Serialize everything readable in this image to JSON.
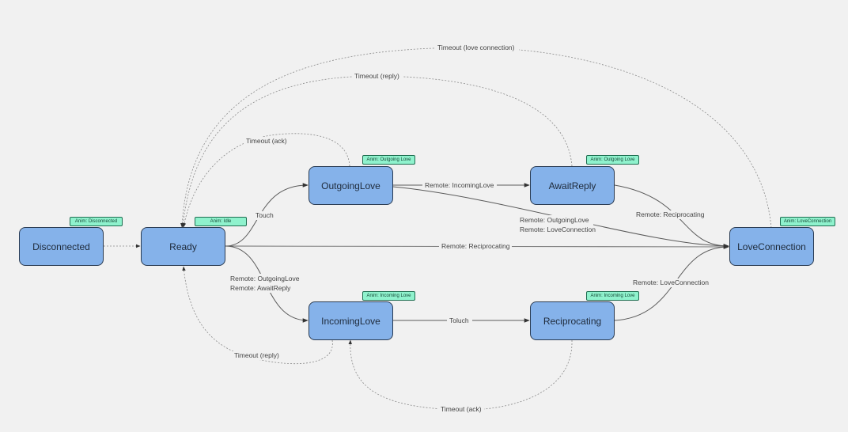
{
  "states": {
    "disconnected": "Disconnected",
    "ready": "Ready",
    "outgoing_love": "OutgoingLove",
    "await_reply": "AwaitReply",
    "incoming_love": "IncomingLove",
    "reciprocating": "Reciprocating",
    "love_connection": "LoveConnection"
  },
  "tags": {
    "disconnected": "Anim: Disconnected",
    "ready": "Anim: Idle",
    "outgoing_love": "Anim: Outgoing Love",
    "await_reply": "Anim: Outgoing Love",
    "incoming_love": "Anim: Incoming Love",
    "reciprocating": "Anim: Incoming Love",
    "love_connection": "Anim: LoveConnection"
  },
  "edges": {
    "timeout_love_connection": "Timeout (love connection)",
    "timeout_reply_top": "Timeout (reply)",
    "timeout_ack_top": "Timeout (ack)",
    "touch": "Touch",
    "remote_incoming_love": "Remote: IncomingLove",
    "remote_outgoing_love_top": "Remote: OutgoingLove",
    "remote_love_connection_top": "Remote: LoveConnection",
    "remote_reciprocating_top": "Remote: Reciprocating",
    "remote_reciprocating_mid": "Remote: Reciprocating",
    "remote_outgoing_love_bottom": "Remote: OutgoingLove",
    "remote_await_reply": "Remote: AwaitReply",
    "toluch": "Toluch",
    "remote_love_connection_bottom": "Remote: LoveConnection",
    "timeout_reply_bottom": "Timeout (reply)",
    "timeout_ack_bottom": "Timeout (ack)"
  }
}
